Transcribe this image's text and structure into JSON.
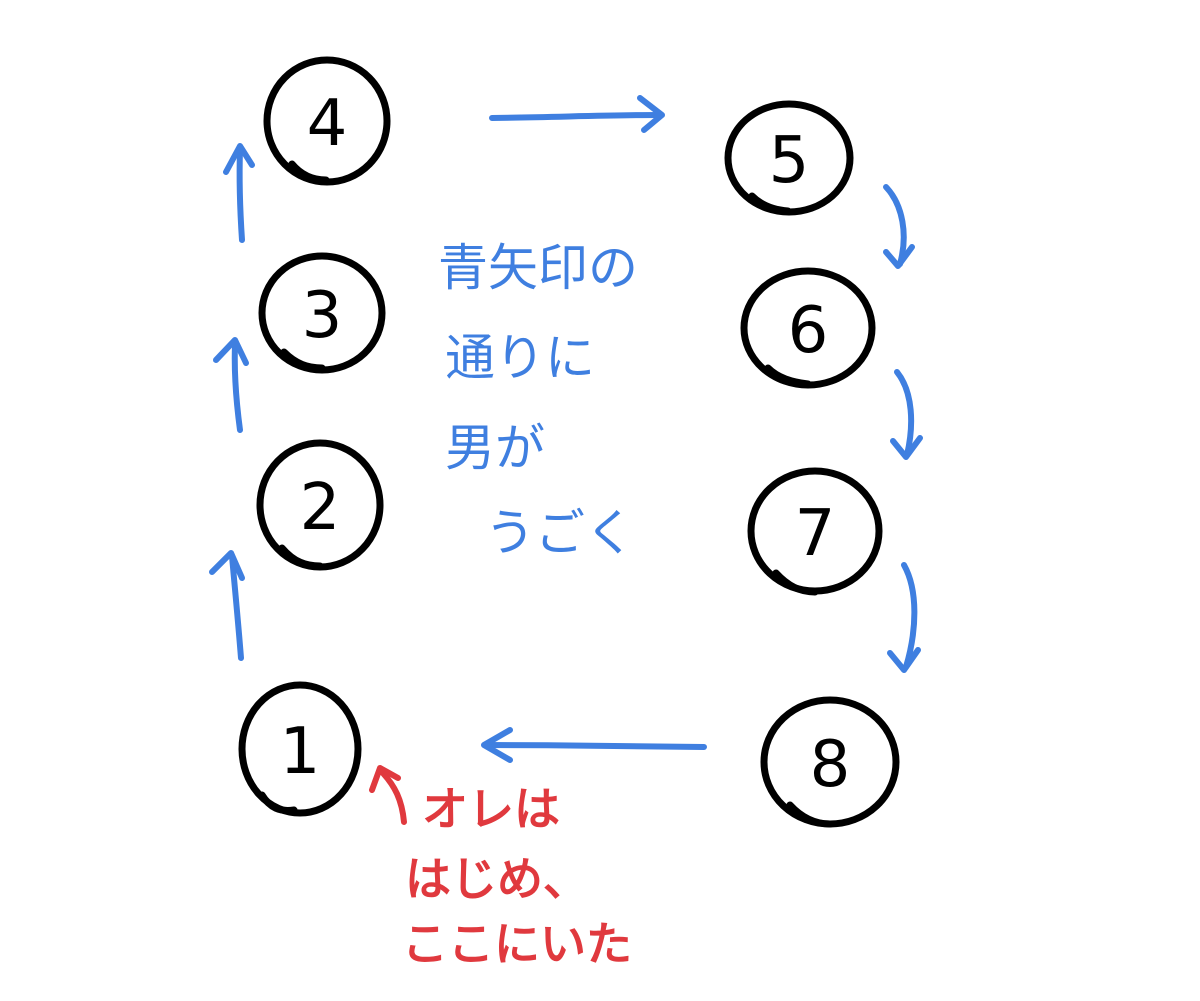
{
  "colors": {
    "arrow": "#3f7fe0",
    "note_blue": "#3f7fe0",
    "note_red": "#e0393e",
    "node": "#000000"
  },
  "nodes": [
    {
      "label": "1"
    },
    {
      "label": "2"
    },
    {
      "label": "3"
    },
    {
      "label": "4"
    },
    {
      "label": "5"
    },
    {
      "label": "6"
    },
    {
      "label": "7"
    },
    {
      "label": "8"
    }
  ],
  "flow_order": [
    "1",
    "2",
    "3",
    "4",
    "5",
    "6",
    "7",
    "8",
    "1"
  ],
  "blue_note": {
    "lines": [
      "青矢印の",
      "通りに",
      "男が",
      "うごく"
    ]
  },
  "red_note": {
    "lines": [
      "オレは",
      "はじめ、",
      "ここにいた"
    ],
    "points_to": "1"
  }
}
